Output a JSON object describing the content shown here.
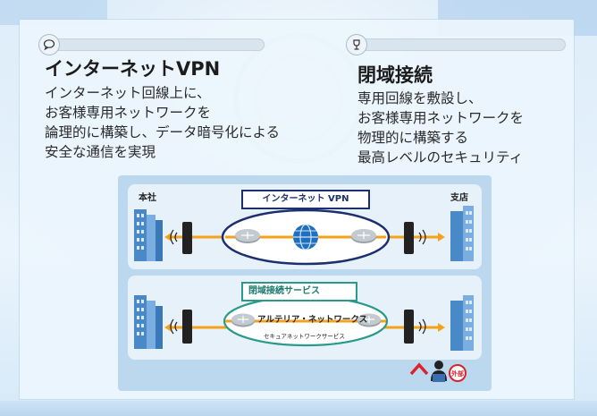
{
  "internet_vpn": {
    "title": "インターネットVPN",
    "desc_lines": [
      "インターネット回線上に、",
      "お客様専用ネットワークを",
      "論理的に構築し、データ暗号化による",
      "安全な通信を実現"
    ],
    "icon": "chat-bubble-icon"
  },
  "closed_network": {
    "title": "閉域接続",
    "desc_lines": [
      "専用回線を敷設し、",
      "お客様専用ネットワークを",
      "物理的に構築する",
      "最高レベルのセキュリティ"
    ],
    "icon": "wine-glass-icon"
  },
  "diagram": {
    "head_office": "本社",
    "branch": "支店",
    "vpn_label": "インターネット VPN",
    "closed_label": "閉域接続サービス",
    "provider": "アルテリア・ネットワークス",
    "service": "セキュアネットワークサービス",
    "external": "外部",
    "colors": {
      "line_orange": "#f5a21b",
      "navy": "#1c2f6e",
      "teal": "#2a9a8a",
      "building": "#4a89c8",
      "red": "#d9232e"
    }
  }
}
